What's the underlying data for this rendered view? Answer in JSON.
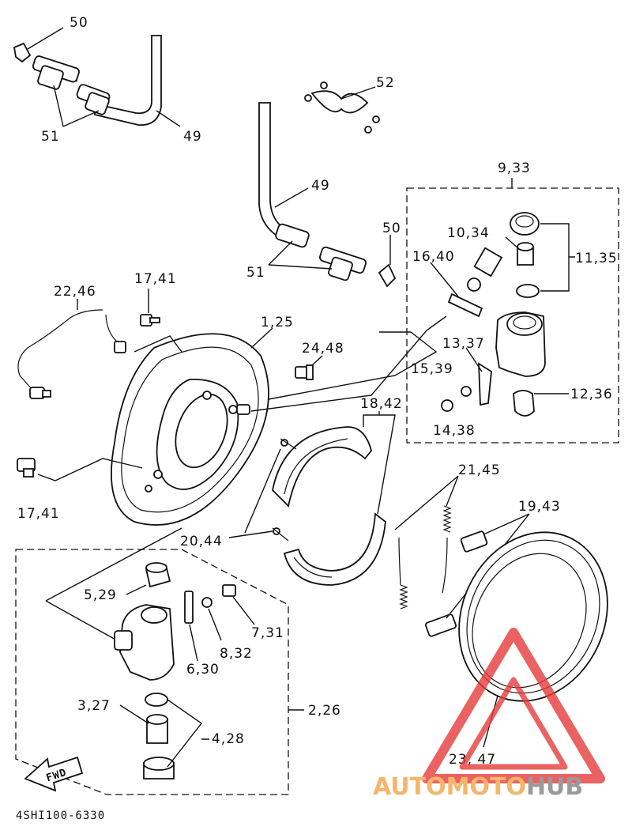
{
  "labels": {
    "p50a": "50",
    "p51a": "51",
    "p49a": "49",
    "p52": "52",
    "p49b": "49",
    "p50b": "50",
    "p51b": "51",
    "p9_33": "9,33",
    "p10_34": "10,34",
    "p11_35": "11,35",
    "p16_40": "16,40",
    "p13_37": "13,37",
    "p15_39": "15,39",
    "p12_36": "12,36",
    "p14_38": "14,38",
    "p22_46": "22,46",
    "p17_41a": "17,41",
    "p1_25": "1,25",
    "p24_48": "24,48",
    "p18_42": "18,42",
    "p17_41b": "17,41",
    "p21_45": "21,45",
    "p19_43": "19,43",
    "p20_44": "20,44",
    "p5_29": "5,29",
    "p7_31": "7,31",
    "p8_32": "8,32",
    "p6_30": "6,30",
    "p2_26": "2,26",
    "p3_27": "3,27",
    "p4_28": "4,28",
    "p23_47": "23, 47"
  },
  "fwd_marker": "FWD",
  "drawing_code": "4SHI100-6330",
  "watermark": {
    "part1": "AUTOMOTO",
    "part2": "HUB",
    "color1": "#f5b56a",
    "color2": "#9a9a9a",
    "logo_color": "#e53b3b"
  }
}
